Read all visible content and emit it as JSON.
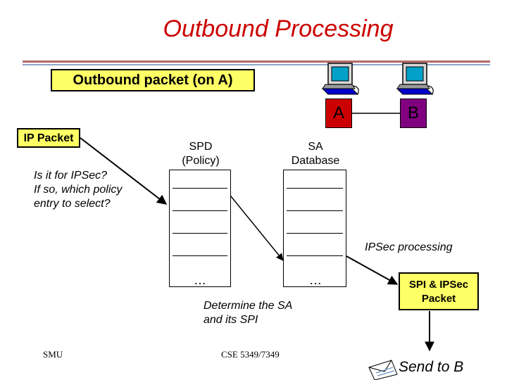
{
  "title": "Outbound Processing",
  "packet_label": "Outbound packet (on A)",
  "ip_packet_label": "IP Packet",
  "hosts": [
    {
      "label": "A",
      "color": "#cc0000"
    },
    {
      "label": "B",
      "color": "#800080"
    }
  ],
  "spd": {
    "line1": "SPD",
    "line2": "(Policy)",
    "ellipsis": "…"
  },
  "sa": {
    "line1": "SA",
    "line2": "Database",
    "ellipsis": "…"
  },
  "question": {
    "line1": "Is it for IPSec?",
    "line2": "If so, which policy",
    "line3": "entry to select?"
  },
  "ipsec_processing": "IPSec processing",
  "determine": {
    "line1": "Determine the SA",
    "line2": "and its SPI"
  },
  "spi_box": {
    "line1": "SPI & IPSec",
    "line2": "Packet"
  },
  "footer": {
    "left": "SMU",
    "center": "CSE 5349/7349"
  },
  "send_label": "Send to B",
  "colors": {
    "title": "#cc0000",
    "label_fill": "#ffff66"
  }
}
